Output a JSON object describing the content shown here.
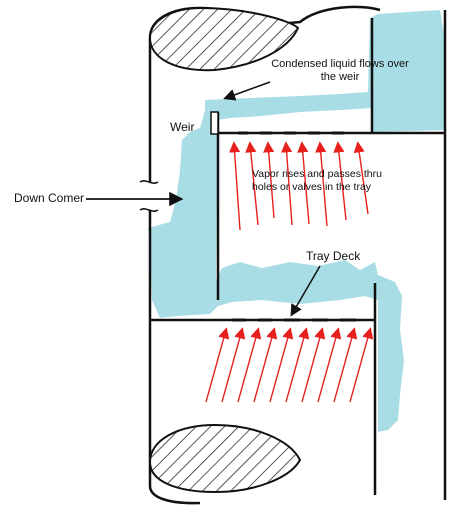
{
  "labels": {
    "condensed": "Condensed liquid flows over the weir",
    "weir": "Weir",
    "vapor": "Vapor rises and passes thru holes or valves in the tray",
    "down_comer": "Down Comer",
    "tray_deck": "Tray Deck"
  },
  "colors": {
    "liquid": "#a9dde6",
    "vapor_arrow": "#e8201c",
    "wall": "#111111"
  },
  "icons": [
    "down-comer-arrow",
    "weir-callout-arrow",
    "tray-deck-callout-arrow",
    "vapor-arrow"
  ]
}
